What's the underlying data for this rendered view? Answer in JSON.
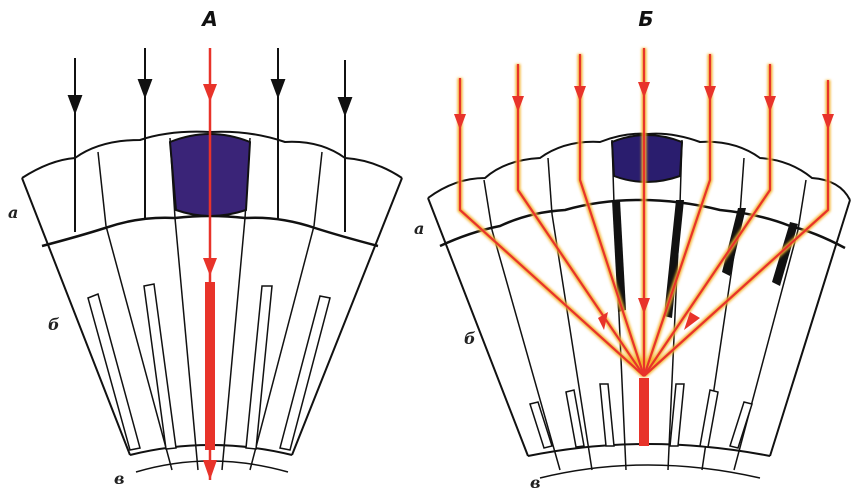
{
  "panel_a": {
    "title": "А",
    "layer_labels": {
      "top": "а",
      "middle": "б",
      "bottom": "в"
    }
  },
  "panel_b": {
    "title": "Б",
    "layer_labels": {
      "top": "а",
      "middle": "б",
      "bottom": "в"
    }
  },
  "colors": {
    "outline": "#111111",
    "highlight_cell": "#3a2478",
    "ray": "#e8332a",
    "ray_glow": "#f5b431",
    "arrow_black": "#111111"
  }
}
